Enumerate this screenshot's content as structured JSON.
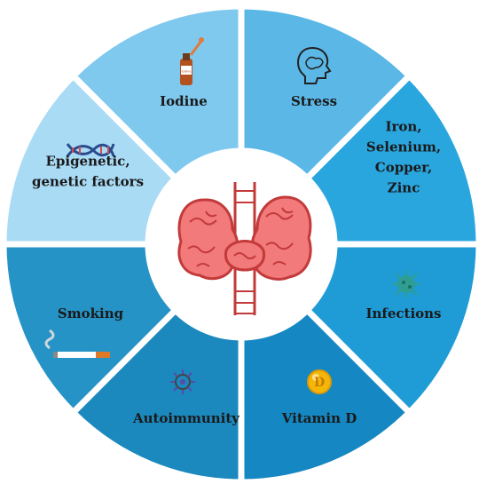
{
  "segments": [
    {
      "id": "iodine",
      "lines": [
        "Iodine"
      ],
      "color": "#7fc8ee",
      "icon": "iodine-bottle-icon",
      "icon_text": "Iodine"
    },
    {
      "id": "stress",
      "lines": [
        "Stress"
      ],
      "color": "#5bb8e6",
      "icon": "head-brain-icon"
    },
    {
      "id": "minerals",
      "lines": [
        "Iron,",
        "Selenium,",
        "Copper,",
        "Zinc"
      ],
      "color": "#2aa6df",
      "icon": ""
    },
    {
      "id": "infections",
      "lines": [
        "Infections"
      ],
      "color": "#1f9bd6",
      "icon": "virus-icon"
    },
    {
      "id": "vitamin-d",
      "lines": [
        "Vitamin D"
      ],
      "color": "#1587c2",
      "icon": "vitamin-d-capsule-icon",
      "icon_text": "D"
    },
    {
      "id": "autoimmunity",
      "lines": [
        "Autoimmunity"
      ],
      "color": "#1b88be",
      "icon": "immune-cell-icon"
    },
    {
      "id": "smoking",
      "lines": [
        "Smoking"
      ],
      "color": "#2593c6",
      "icon": "cigarette-icon"
    },
    {
      "id": "genetics",
      "lines": [
        "Epigenetic,",
        "genetic factors"
      ],
      "color": "#a9dbf5",
      "icon": "dna-icon"
    }
  ],
  "center": {
    "icon": "thyroid-gland-icon"
  },
  "colors": {
    "thyroid_fill": "#f27a7a",
    "thyroid_stroke": "#c33a3a",
    "trachea": "#c33a3a",
    "gap": "#ffffff"
  }
}
